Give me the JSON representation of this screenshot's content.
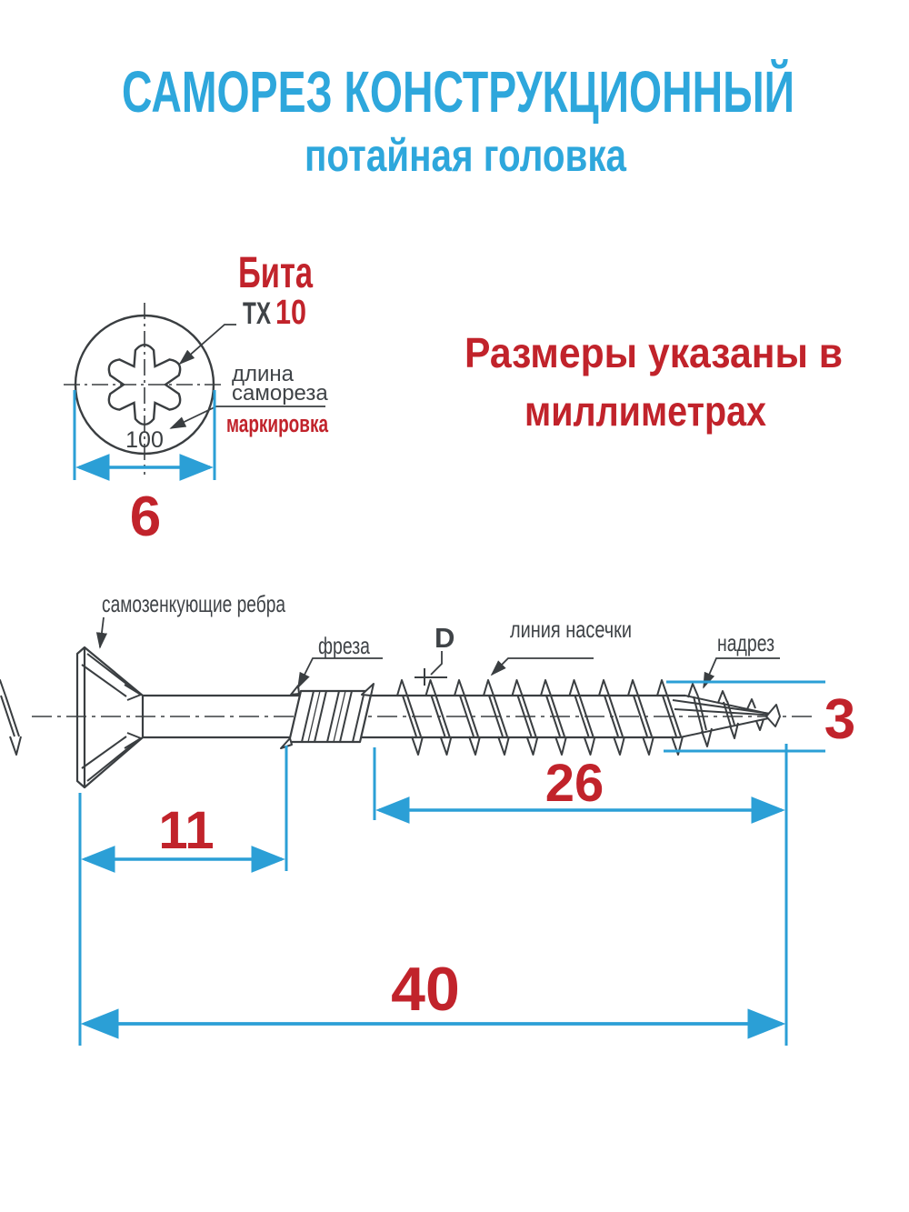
{
  "title": {
    "main": "САМОРЕЗ КОНСТРУКЦИОННЫЙ",
    "sub": "потайная головка"
  },
  "note": {
    "line1": "Размеры указаны в",
    "line2": "миллиметрах"
  },
  "head_view": {
    "bit_label": "Бита",
    "bit_type": "TX",
    "bit_size": "10",
    "len_line1": "длина",
    "len_line2": "самореза",
    "marking_label": "маркировка",
    "marking_value": "100",
    "dim_head_diameter": "6"
  },
  "side_view": {
    "ribs_label": "самозенкующие ребра",
    "mill_label": "фреза",
    "d_label": "D",
    "notch_label": "линия насечки",
    "cut_label": "надрез",
    "dim_tip": "3",
    "dim_thread": "26",
    "dim_grip": "11",
    "dim_total": "40"
  },
  "colors": {
    "title_blue": "#2ea7dc",
    "dimension_blue": "#2b9fd6",
    "accent_red": "#c1232b",
    "ink": "#3a3e41"
  }
}
